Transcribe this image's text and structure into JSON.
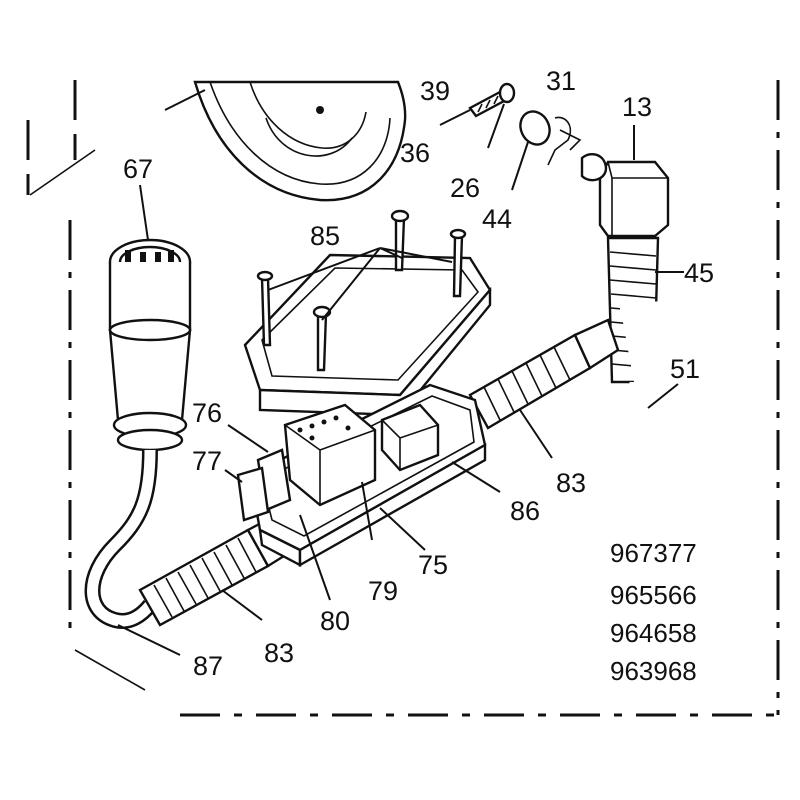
{
  "callouts": {
    "c39": "39",
    "c31": "31",
    "c13": "13",
    "c36": "36",
    "c26": "26",
    "c44": "44",
    "c67": "67",
    "c85": "85",
    "c45": "45",
    "c51": "51",
    "c76": "76",
    "c77": "77",
    "c83a": "83",
    "c86": "86",
    "c79": "79",
    "c75": "75",
    "c80": "80",
    "c83b": "83",
    "c87": "87"
  },
  "part_numbers": [
    "967377",
    "965566",
    "964658",
    "963968"
  ]
}
